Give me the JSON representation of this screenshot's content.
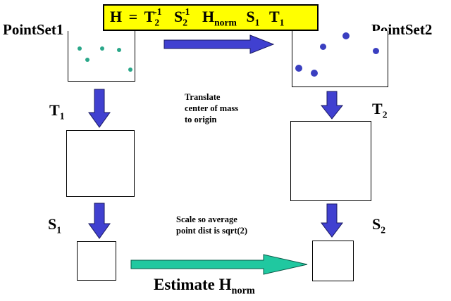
{
  "formula": {
    "H": "H",
    "eq": "=",
    "T2": "T",
    "T2_sub": "2",
    "T2_sup": "-1",
    "S2": "S",
    "S2_sub": "2",
    "S2_sup": "-1",
    "Hnorm": "H",
    "Hnorm_sub": "norm",
    "S1": "S",
    "S1_sub": "1",
    "T1": "T",
    "T1_sub": "1",
    "background": "#ffff00"
  },
  "pointset1": {
    "label": "PointSet1",
    "point_color": "#2aa789"
  },
  "pointset2": {
    "label": "PointSet2",
    "point_color": "#3a3fc0"
  },
  "left_ops": {
    "t1": {
      "base": "T",
      "sub": "1"
    },
    "s1": {
      "base": "S",
      "sub": "1"
    }
  },
  "right_ops": {
    "t2": {
      "base": "T",
      "sub": "2"
    },
    "s2": {
      "base": "S",
      "sub": "2"
    }
  },
  "notes": {
    "translate": [
      "Translate",
      "center of mass",
      "to origin"
    ],
    "scale": [
      "Scale so average",
      "point dist is sqrt(2)"
    ]
  },
  "estimate": {
    "base": "Estimate H",
    "sub": "norm"
  },
  "colors": {
    "blue_arrow": "#4040d0",
    "teal_arrow": "#20c8a0"
  }
}
